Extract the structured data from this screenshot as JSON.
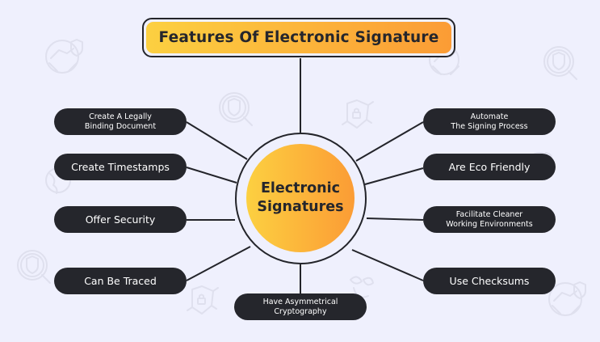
{
  "title": "Features Of Electronic Signature",
  "hub": {
    "line1": "Electronic",
    "line2": "Signatures"
  },
  "colors": {
    "background": "#eff0fd",
    "pill": "#25262c",
    "pill_text": "#ffffff",
    "gradient_start": "#fcd041",
    "gradient_end": "#fb9c35",
    "outline": "#23242a",
    "watermark": "#dfe0ee"
  },
  "features": {
    "left": [
      {
        "lines": [
          "Create A Legally",
          "Binding Document"
        ]
      },
      {
        "lines": [
          "Create Timestamps"
        ]
      },
      {
        "lines": [
          "Offer Security"
        ]
      },
      {
        "lines": [
          "Can Be Traced"
        ]
      }
    ],
    "bottom": [
      {
        "lines": [
          "Have Asymmetrical",
          "Cryptography"
        ]
      }
    ],
    "right": [
      {
        "lines": [
          "Automate",
          "The Signing Process"
        ]
      },
      {
        "lines": [
          "Are Eco Friendly"
        ]
      },
      {
        "lines": [
          "Facilitate Cleaner",
          "Working Environments"
        ]
      },
      {
        "lines": [
          "Use Checksums"
        ]
      }
    ]
  },
  "background_icons": [
    "handshake-shield-icon",
    "search-shield-dollar-icon",
    "shield-lock-circuit-icon",
    "globe-icon",
    "leaf-icon"
  ]
}
